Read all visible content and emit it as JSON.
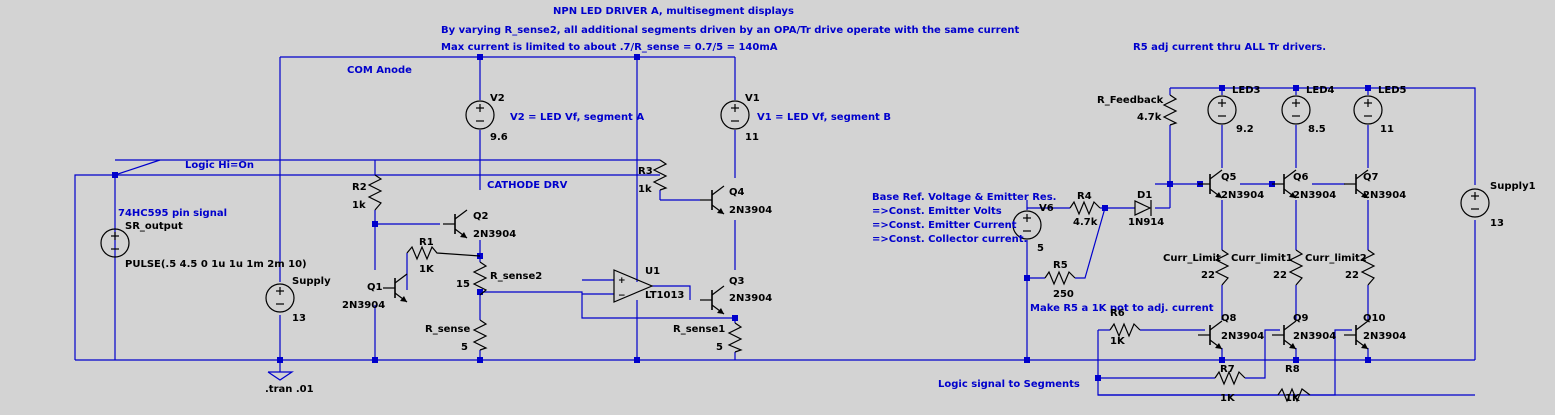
{
  "notes": {
    "title": "NPN LED DRIVER A, multisegment displays",
    "desc1": "By varying R_sense2, all additional segments driven by an OPA/Tr drive operate with the same current",
    "desc2": "Max current is limited to about .7/R_sense = 0.7/5 = 140mA",
    "r5adj": "R5 adj current thru ALL Tr drivers.",
    "com_anode": "COM Anode",
    "logic_hi": "Logic Hi=On",
    "cathode_drv": "CATHODE DRV",
    "v2_note": "V2 = LED Vf, segment A",
    "v1_note": "V1 = LED Vf, segment B",
    "pin_signal": "74HC595 pin signal",
    "base_ref1": "Base Ref. Voltage & Emitter Res.",
    "base_ref2": "=>Const. Emitter Volts",
    "base_ref3": "=>Const. Emitter Current",
    "base_ref4": "=>Const. Collector current.",
    "make_r5": "Make R5 a 1K pot to adj. current",
    "logic_seg": "Logic signal to Segments",
    "tran": ".tran .01"
  },
  "components": {
    "sr_output": {
      "name": "SR_output",
      "value": "PULSE(.5 4.5 0 1u 1u 1m 2m 10)"
    },
    "supply": {
      "name": "Supply",
      "value": "13"
    },
    "v2": {
      "name": "V2",
      "value": "9.6"
    },
    "v1": {
      "name": "V1",
      "value": "11"
    },
    "r2": {
      "name": "R2",
      "value": "1k"
    },
    "r1": {
      "name": "R1",
      "value": "1K"
    },
    "q1": {
      "name": "Q1",
      "value": "2N3904"
    },
    "q2": {
      "name": "Q2",
      "value": "2N3904"
    },
    "r_sense2": {
      "name": "R_sense2",
      "value": "15"
    },
    "r_sense": {
      "name": "R_sense",
      "value": "5"
    },
    "r3": {
      "name": "R3",
      "value": "1k"
    },
    "q4": {
      "name": "Q4",
      "value": "2N3904"
    },
    "q3": {
      "name": "Q3",
      "value": "2N3904"
    },
    "u1": {
      "name": "U1",
      "value": "LT1013"
    },
    "r_sense1": {
      "name": "R_sense1",
      "value": "5"
    },
    "v6": {
      "name": "V6",
      "value": "5"
    },
    "r4": {
      "name": "R4",
      "value": "4.7k"
    },
    "d1": {
      "name": "D1",
      "value": "1N914"
    },
    "r5": {
      "name": "R5",
      "value": "250"
    },
    "r_feedback": {
      "name": "R_Feedback",
      "value": "4.7k"
    },
    "led3": {
      "name": "LED3",
      "value": "9.2"
    },
    "led4": {
      "name": "LED4",
      "value": "8.5"
    },
    "led5": {
      "name": "LED5",
      "value": "11"
    },
    "q5": {
      "name": "Q5",
      "value": "2N3904"
    },
    "q6": {
      "name": "Q6",
      "value": "2N3904"
    },
    "q7": {
      "name": "Q7",
      "value": "2N3904"
    },
    "curr_limit": {
      "name": "Curr_Limit",
      "value": "22"
    },
    "curr_limit1": {
      "name": "Curr_limit1",
      "value": "22"
    },
    "curr_limit2": {
      "name": "Curr_limit2",
      "value": "22"
    },
    "q8": {
      "name": "Q8",
      "value": "2N3904"
    },
    "q9": {
      "name": "Q9",
      "value": "2N3904"
    },
    "q10": {
      "name": "Q10",
      "value": "2N3904"
    },
    "r6": {
      "name": "R6",
      "value": "1K"
    },
    "r7": {
      "name": "R7",
      "value": "1K"
    },
    "r8": {
      "name": "R8",
      "value": "1K"
    },
    "supply1": {
      "name": "Supply1",
      "value": "13"
    }
  }
}
